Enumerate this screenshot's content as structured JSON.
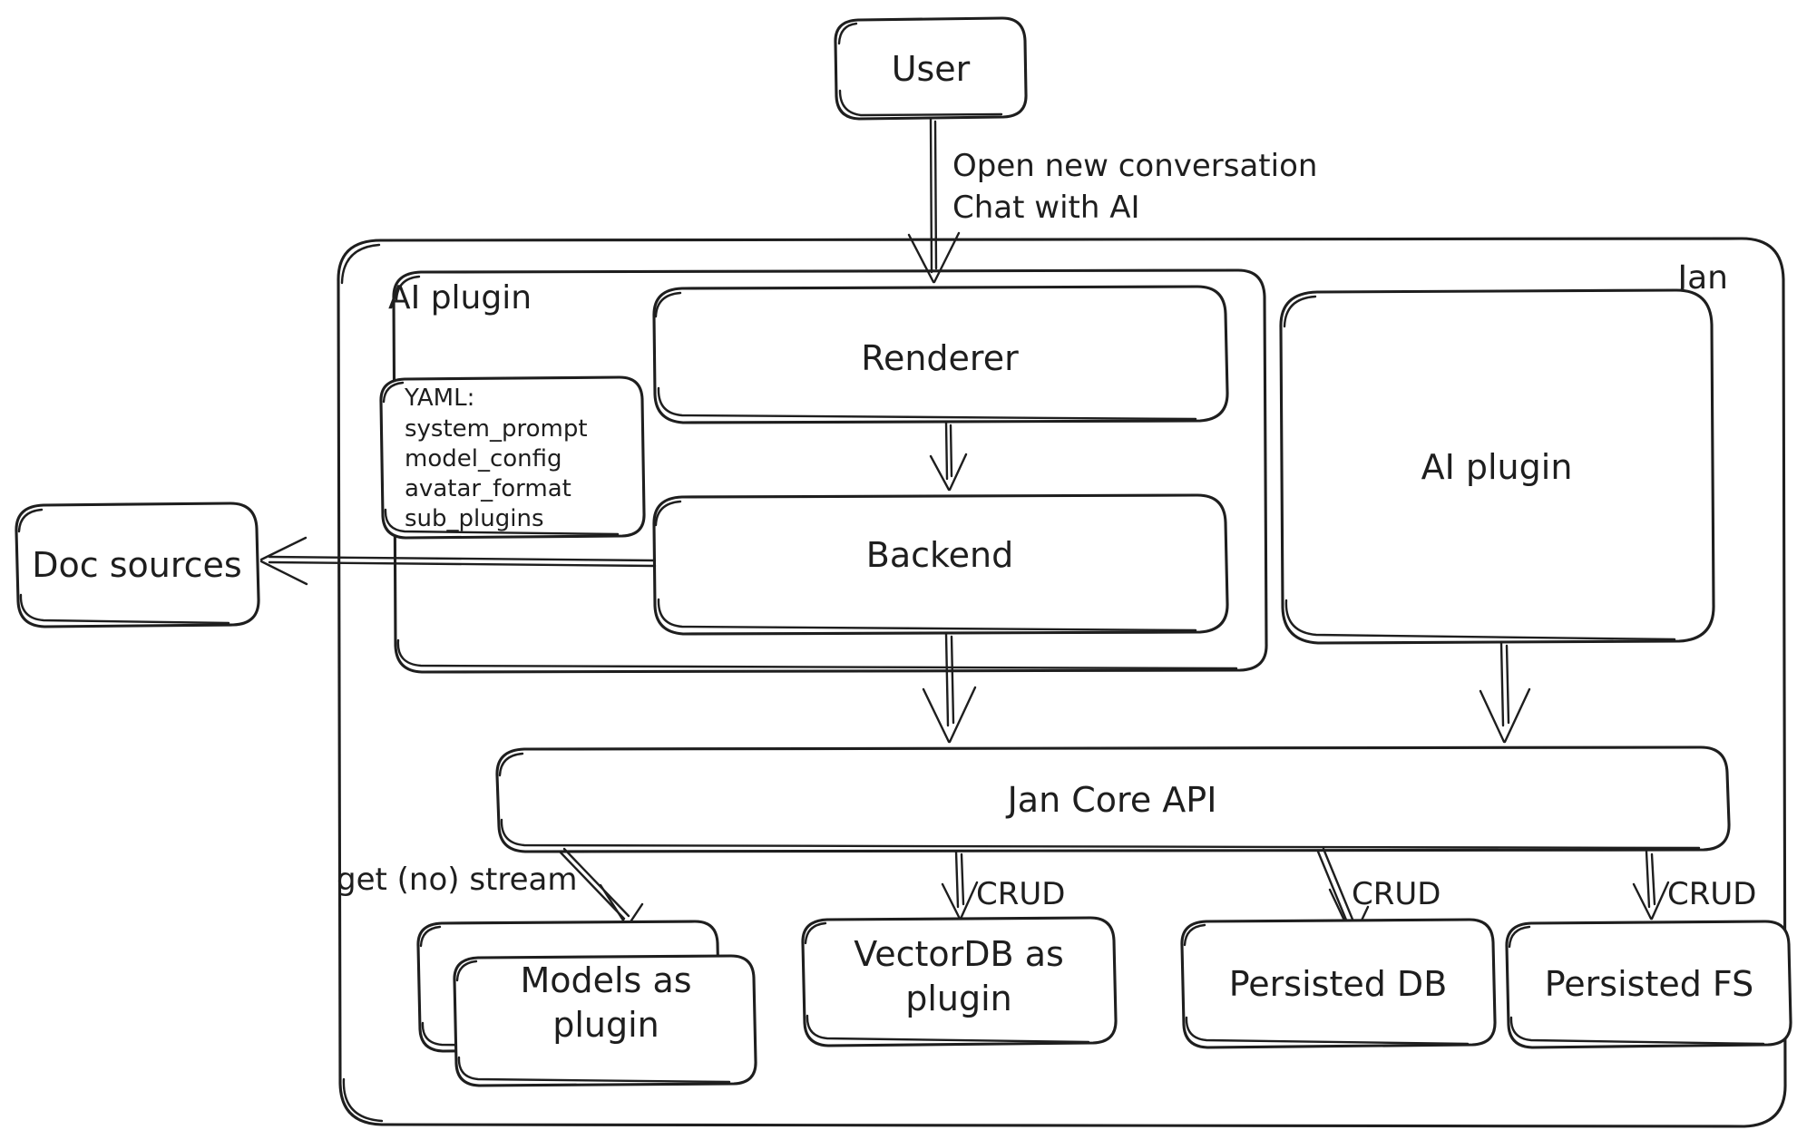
{
  "diagram": {
    "title_visible": false,
    "style": "hand-drawn architecture diagram",
    "stroke_color": "#1e1e1e",
    "background_color": "#ffffff"
  },
  "nodes": {
    "user": {
      "label": "User"
    },
    "jan_container": {
      "label": "Jan"
    },
    "ai_plugin_group": {
      "label": "AI plugin"
    },
    "yaml_box": {
      "title": "YAML:",
      "items": [
        "system_prompt",
        "model_config",
        "avatar_format",
        "sub_plugins"
      ]
    },
    "renderer": {
      "label": "Renderer"
    },
    "backend": {
      "label": "Backend"
    },
    "ai_plugin_right": {
      "label": "AI plugin"
    },
    "doc_sources": {
      "label": "Doc sources"
    },
    "jan_core_api": {
      "label": "Jan Core API"
    },
    "models_plugin": {
      "label_line1": "Models as",
      "label_line2": "plugin"
    },
    "vectordb_plugin": {
      "label_line1": "VectorDB as",
      "label_line2": "plugin"
    },
    "persisted_db": {
      "label": "Persisted DB"
    },
    "persisted_fs": {
      "label": "Persisted FS"
    }
  },
  "edges": {
    "user_to_renderer": {
      "label_line1": "Open new conversation",
      "label_line2": "Chat with AI"
    },
    "renderer_to_backend": {
      "label": ""
    },
    "backend_to_doc_sources": {
      "label": ""
    },
    "backend_to_core": {
      "label": ""
    },
    "ai_plugin_to_core": {
      "label": ""
    },
    "core_to_models": {
      "label": "get (no) stream"
    },
    "core_to_vectordb": {
      "label": "CRUD"
    },
    "core_to_persisted_db": {
      "label": "CRUD"
    },
    "core_to_persisted_fs": {
      "label": "CRUD"
    }
  }
}
